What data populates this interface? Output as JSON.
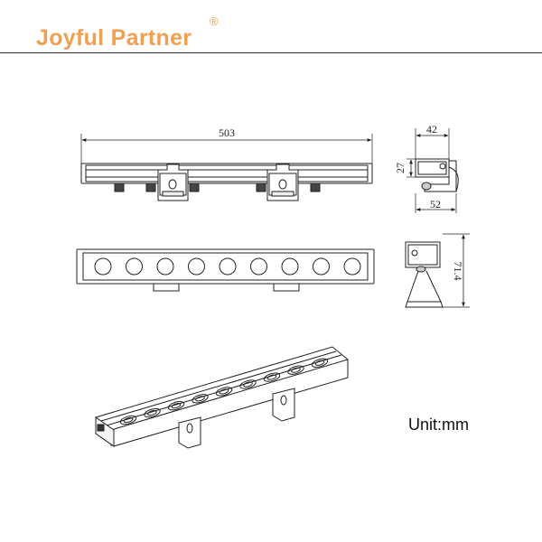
{
  "brand": {
    "name": "Joyful Partner",
    "mark": "®",
    "color": "#f0a050",
    "rule_color": "#333333"
  },
  "dimensions": {
    "length": "503",
    "bracket_width_top": "42",
    "height": "27",
    "bracket_width_bottom": "52",
    "total_height": "71.4"
  },
  "unit_label": "Unit:mm",
  "views": {
    "side_view_icon": "led-wall-washer-side-view",
    "front_view_icon": "led-wall-washer-front-view",
    "end_view_icon": "bracket-end-view",
    "isometric_view_icon": "led-wall-washer-isometric-view",
    "lens_count": 9
  }
}
